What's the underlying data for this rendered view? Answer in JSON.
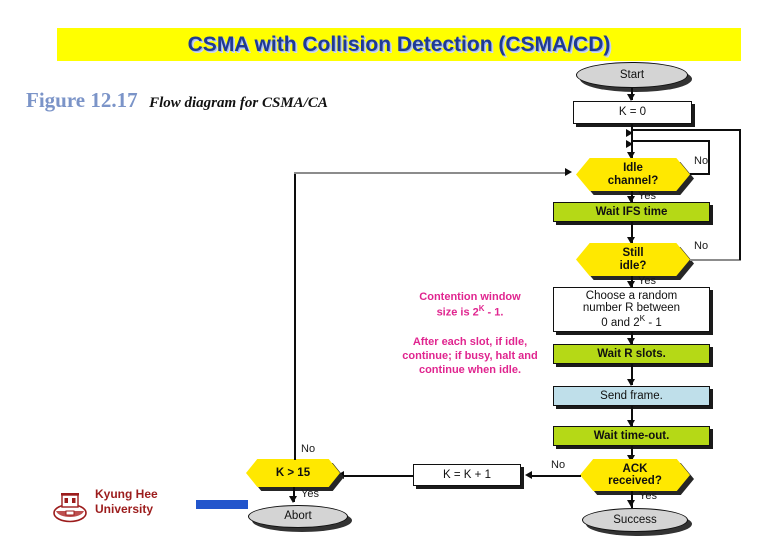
{
  "slide": {
    "title": "CSMA with Collision Detection (CSMA/CD)",
    "banner_color": "#ffff00",
    "title_color": "#1f3a93"
  },
  "caption": {
    "label": "Figure 12.17",
    "text": "Flow diagram for CSMA/CA",
    "label_color": "#7b94c8"
  },
  "footer": {
    "university_line1": "Kyung Hee",
    "university_line2": "University",
    "logo_icon": "university-crest-icon",
    "accent_bar_color": "#2255cc",
    "text_color": "#9c1c1c"
  },
  "flowchart": {
    "type": "flow-diagram",
    "title": "Flow diagram for CSMA/CA",
    "nodes": [
      {
        "id": "start",
        "shape": "terminator",
        "label": "Start",
        "fill": "#d4d4d4"
      },
      {
        "id": "k0",
        "shape": "process",
        "label": "K = 0",
        "fill": "#ffffff"
      },
      {
        "id": "idle",
        "shape": "decision",
        "label_line1": "Idle",
        "label_line2": "channel?",
        "fill": "#ffe800"
      },
      {
        "id": "ifs",
        "shape": "process",
        "label": "Wait IFS time",
        "fill": "#b5d916"
      },
      {
        "id": "still",
        "shape": "decision",
        "label_line1": "Still",
        "label_line2": "idle?",
        "fill": "#ffe800"
      },
      {
        "id": "random",
        "shape": "process",
        "label_line1": "Choose a random",
        "label_line2": "number R between",
        "label_line3_pre": "0 and 2",
        "label_line3_sup": "K",
        "label_line3_post": " - 1",
        "fill": "#ffffff"
      },
      {
        "id": "slots",
        "shape": "process",
        "label": "Wait R slots.",
        "fill": "#b5d916"
      },
      {
        "id": "send",
        "shape": "process",
        "label": "Send frame.",
        "fill": "#bfdfea"
      },
      {
        "id": "timeout",
        "shape": "process",
        "label": "Wait time-out.",
        "fill": "#b5d916"
      },
      {
        "id": "ack",
        "shape": "decision",
        "label_line1": "ACK",
        "label_line2": "received?",
        "fill": "#ffe800"
      },
      {
        "id": "success",
        "shape": "terminator",
        "label": "Success",
        "fill": "#d4d4d4"
      },
      {
        "id": "kinc",
        "shape": "process",
        "label": "K = K + 1",
        "fill": "#ffffff"
      },
      {
        "id": "k15",
        "shape": "decision",
        "label": "K > 15",
        "fill": "#ffe800"
      },
      {
        "id": "abort",
        "shape": "terminator",
        "label": "Abort",
        "fill": "#d4d4d4"
      }
    ],
    "branch_labels": {
      "idle_no": "No",
      "idle_yes": "Yes",
      "still_no": "No",
      "still_yes": "Yes",
      "ack_no": "No",
      "ack_yes": "Yes",
      "k15_no": "No",
      "k15_yes": "Yes"
    },
    "annotations": [
      {
        "id": "contention-window",
        "line1": "Contention window",
        "line2_pre": "size is 2",
        "line2_sup": "K",
        "line2_post": " - 1.",
        "color": "#e0258f"
      },
      {
        "id": "slot-behaviour",
        "line1": "After each slot, if idle,",
        "line2": "continue; if busy, halt and",
        "line3": "continue when idle.",
        "color": "#e0258f"
      }
    ]
  }
}
